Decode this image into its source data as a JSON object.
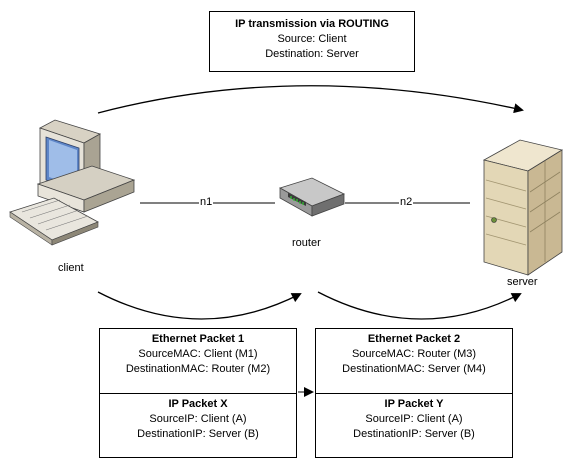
{
  "title_box": {
    "title": "IP transmission via ROUTING",
    "line1": "Source: Client",
    "line2": "Destination: Server"
  },
  "nodes": {
    "client": "client",
    "router": "router",
    "server": "server"
  },
  "links": {
    "n1": "n1",
    "n2": "n2"
  },
  "packet1": {
    "eth_title": "Ethernet Packet 1",
    "eth_src": "SourceMAC: Client (M1)",
    "eth_dst": "DestinationMAC: Router (M2)",
    "ip_title": "IP Packet X",
    "ip_src": "SourceIP: Client (A)",
    "ip_dst": "DestinationIP: Server (B)"
  },
  "packet2": {
    "eth_title": "Ethernet Packet 2",
    "eth_src": "SourceMAC: Router (M3)",
    "eth_dst": "DestinationMAC: Server (M4)",
    "ip_title": "IP Packet Y",
    "ip_src": "SourceIP: Client (A)",
    "ip_dst": "DestinationIP: Server (B)"
  }
}
